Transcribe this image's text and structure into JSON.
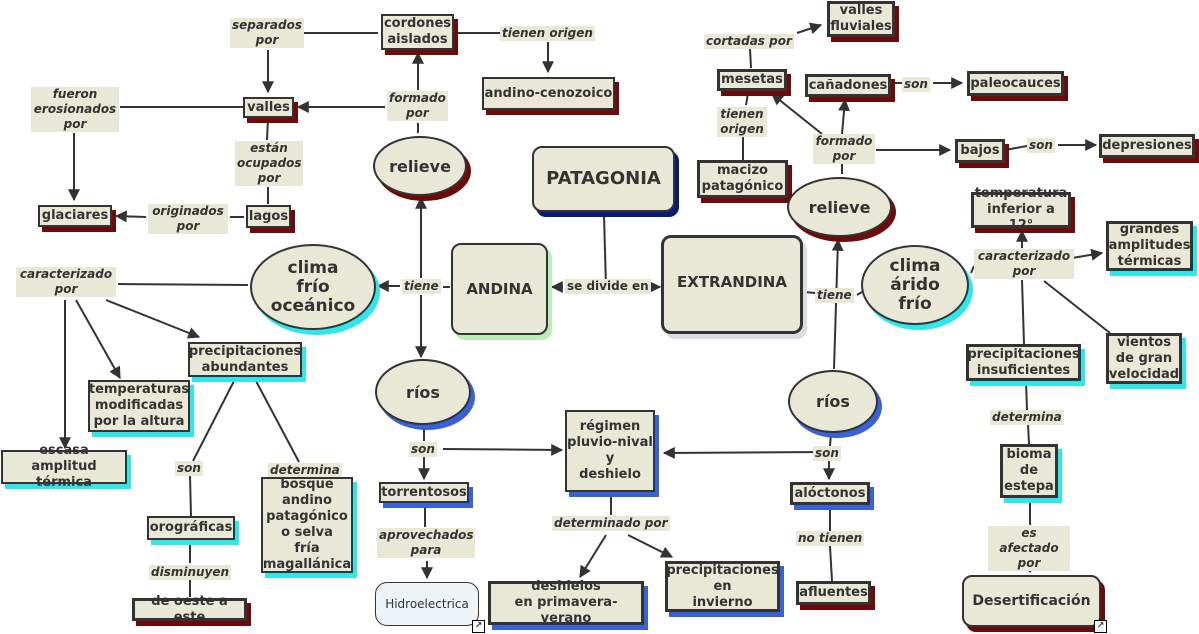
{
  "title": "PATAGONIA",
  "colors": {
    "node_fill": "#e9e7d6",
    "border": "#333333",
    "shadow_red": "#6e0a0a",
    "shadow_cyan": "#2ee6ec",
    "shadow_blue": "#3a62d8",
    "shadow_navy": "#0a1a78",
    "link_node_fill": "#eef3f7"
  },
  "nodes": {
    "patagonia": "PATAGONIA",
    "andina": "ANDINA",
    "extrandina": "EXTRANDINA",
    "relieve_andina": "relieve",
    "cordones_aislados": "cordones\naislados",
    "andino_cenozoico": "andino-cenozoico",
    "valles": "valles",
    "glaciares": "glaciares",
    "lagos": "lagos",
    "clima_frio_oceanico": "clima\nfrío\noceánico",
    "precipitaciones_abundantes": "precipitaciones\nabundantes",
    "temperaturas_modificadas": "temperaturas\nmodificadas\npor la altura",
    "escasa_amplitud": "escasa\namplitud térmica",
    "orograficas": "orográficas",
    "de_oeste_a_este": "de oeste a este",
    "bosque_andino": "bosque\nandino\npatagónico\no selva\nfría\nmagallánica",
    "rios_andina": "ríos",
    "torrentosos": "torrentosos",
    "hidroelectrica": "Hidroelectrica",
    "regimen": "régimen\npluvio-nival\ny\ndeshielo",
    "deshielos": "deshielos\nen primavera-verano",
    "precipitaciones_invierno": "precipitaciones\nen\ninvierno",
    "valles_fluviales": "valles\nfluviales",
    "mesetas": "mesetas",
    "macizo_patagonico": "macizo\npatagónico",
    "canadones": "cañadones",
    "paleocauces": "paleocauces",
    "bajos": "bajos",
    "depresiones": "depresiones",
    "relieve_extrandina": "relieve",
    "clima_arido_frio": "clima\nárido\nfrío",
    "temperatura_inferior": "temperatura\ninferior a 12°",
    "grandes_amplitudes": "grandes\namplitudes\ntérmicas",
    "vientos": "vientos\nde gran\nvelocidad",
    "precipitaciones_insuficientes": "precipitaciones\ninsuficientes",
    "bioma_estepa": "bioma\nde\nestepa",
    "desertificacion": "Desertificación",
    "rios_extrandina": "ríos",
    "aloctonos": "alóctonos",
    "afluentes": "afluentes"
  },
  "labels": {
    "se_divide_en": "se divide en",
    "tiene_andina": "tiene",
    "tiene_extrandina": "tiene",
    "formado_por_andina": "formado\npor",
    "tienen_origen_andina": "tienen origen",
    "separados_por": "separados\npor",
    "fueron_erosionados_por": "fueron\nerosionados\npor",
    "estan_ocupados_por": "están\nocupados\npor",
    "originados_por": "originados\npor",
    "caracterizado_por_andina": "caracterizado\npor",
    "son_precip": "son",
    "disminuyen": "disminuyen",
    "determina_bosque": "determina",
    "son_rios_andina": "son",
    "aprovechados_para": "aprovechados\npara",
    "determinado_por": "determinado por",
    "cortadas_por": "cortadas por",
    "tienen_origen_extrandina": "tienen\norigen",
    "formado_por_extrandina": "formado\npor",
    "son_canadones": "son",
    "son_bajos": "son",
    "caracterizado_por_extrandina": "caracterizado\npor",
    "determina_bioma": "determina",
    "es_afectado_por": "es afectado\npor",
    "son_rios_extrandina": "son",
    "no_tienen": "no tienen"
  },
  "icons": {
    "link_icon": "↗"
  }
}
